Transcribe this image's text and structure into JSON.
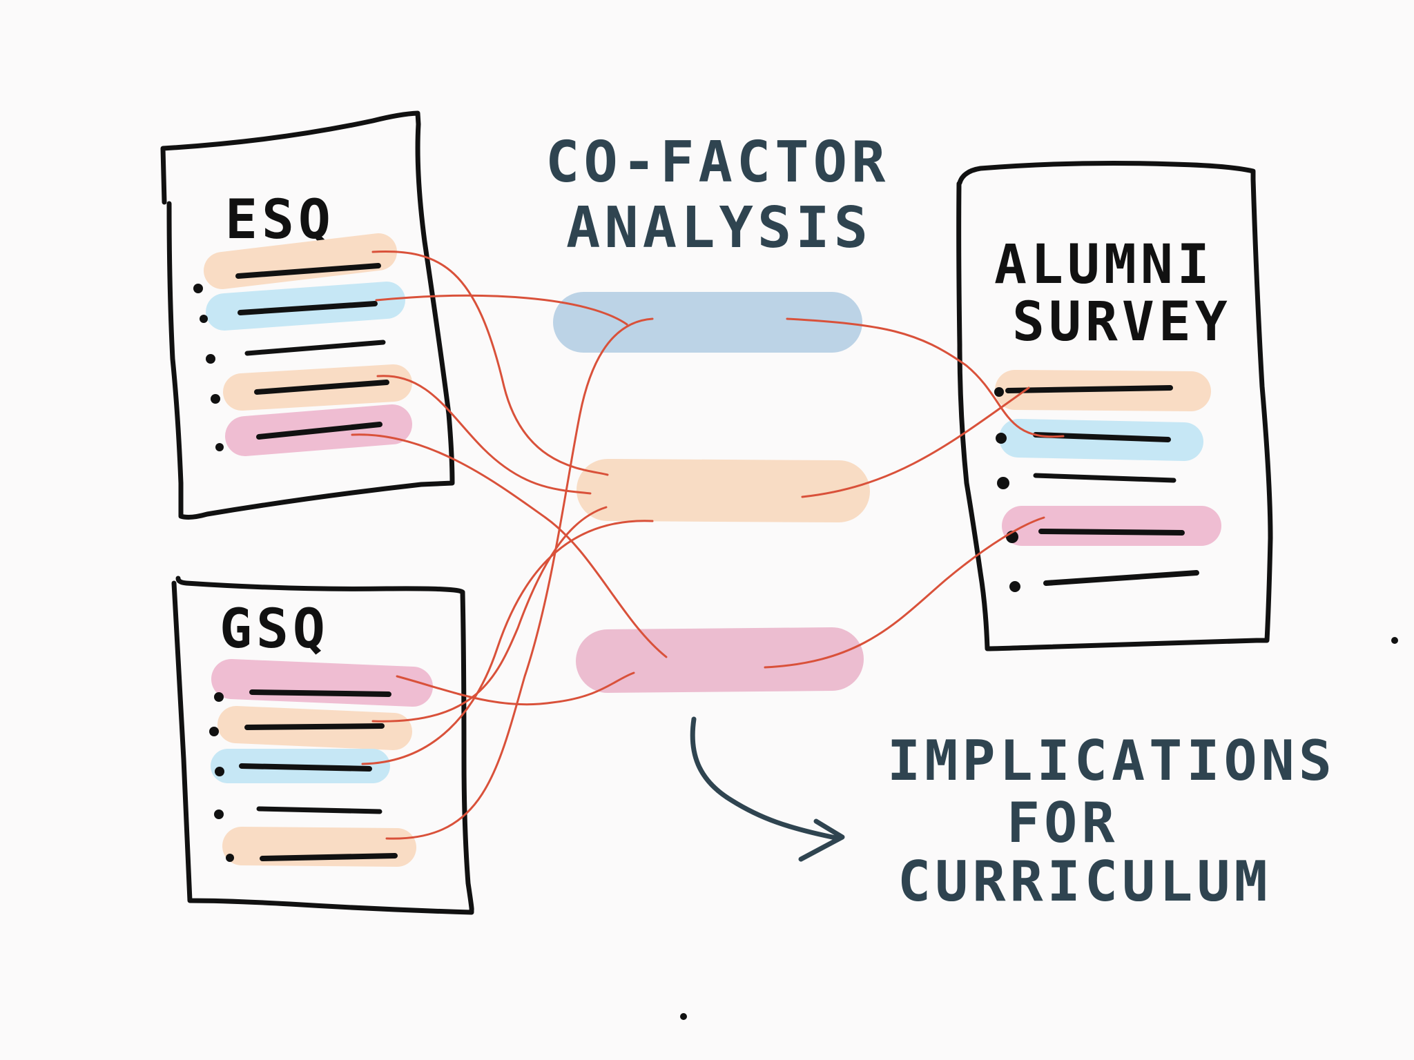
{
  "titles": {
    "esq": "ESQ",
    "gsq": "GSQ",
    "alumni_line1": "ALUMNI",
    "alumni_line2": "SURVEY",
    "cofactor_line1": "CO-FACTOR",
    "cofactor_line2": "ANALYSIS",
    "implications_line1": "IMPLICATIONS",
    "implications_line2": "FOR",
    "implications_line3": "CURRICULUM"
  },
  "colors": {
    "ink": "#111111",
    "title_ink": "#2f4450",
    "connector": "#d9513a",
    "factor_blue": "#bcd3e6",
    "factor_orange": "#f8dcc4",
    "factor_pink": "#ecbdd0",
    "hl_orange": "#f9dcc4",
    "hl_blue": "#c6e7f5",
    "hl_pink": "#efbdd2",
    "background": "#fbfafa"
  },
  "documents": {
    "esq": {
      "items": [
        "orange",
        "blue",
        "none",
        "orange",
        "pink"
      ]
    },
    "gsq": {
      "items": [
        "pink",
        "orange",
        "blue",
        "none",
        "orange"
      ]
    },
    "alumni": {
      "items": [
        "orange",
        "blue",
        "none",
        "pink",
        "none"
      ]
    }
  },
  "factors": [
    "blue",
    "orange",
    "pink"
  ],
  "connections": [
    {
      "from": "esq.item1",
      "to": "factor.orange"
    },
    {
      "from": "esq.item2",
      "to": "factor.blue"
    },
    {
      "from": "esq.item4",
      "to": "factor.orange"
    },
    {
      "from": "esq.item5",
      "to": "factor.pink"
    },
    {
      "from": "gsq.item1",
      "to": "factor.pink"
    },
    {
      "from": "gsq.item2",
      "to": "factor.orange"
    },
    {
      "from": "gsq.item3",
      "to": "factor.orange"
    },
    {
      "from": "gsq.item5",
      "to": "factor.blue"
    },
    {
      "from": "factor.blue",
      "to": "alumni.item2"
    },
    {
      "from": "factor.orange",
      "to": "alumni.item1"
    },
    {
      "from": "factor.pink",
      "to": "alumni.item4"
    }
  ],
  "icons": [
    "arrow-icon",
    "bullet-dot-icon"
  ]
}
